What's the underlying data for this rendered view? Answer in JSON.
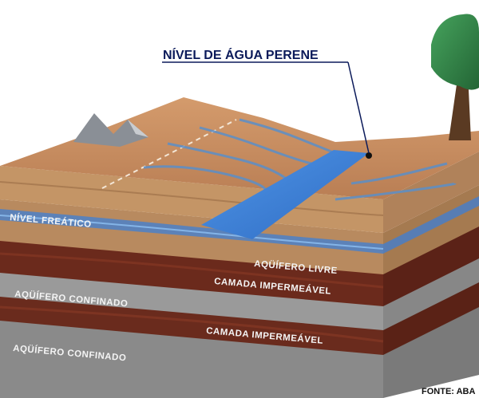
{
  "labels": {
    "title": "NÍVEL DE ÁGUA PERENE",
    "water_table": "NÍVEL FREÁTICO",
    "unconfined_aquifer": "AQÜÍFERO LIVRE",
    "impermeable_layer_1": "CAMADA IMPERMEÁVEL",
    "confined_aquifer_1": "AQÜÍFERO CONFINADO",
    "impermeable_layer_2": "CAMADA IMPERMEÁVEL",
    "confined_aquifer_2": "AQÜÍFERO CONFINADO",
    "source": "FONTE: ABA"
  },
  "colors": {
    "surface": "#c98f62",
    "sandy_layer": "#b98a5d",
    "water": "#3d7fd6",
    "impermeable": "#6b2a1c",
    "confined": "#8e8e8e",
    "title_text": "#0b1a5a",
    "tree_canopy": "#2e7d43",
    "tree_trunk": "#5a3a22",
    "rock": "#8a8f96"
  }
}
